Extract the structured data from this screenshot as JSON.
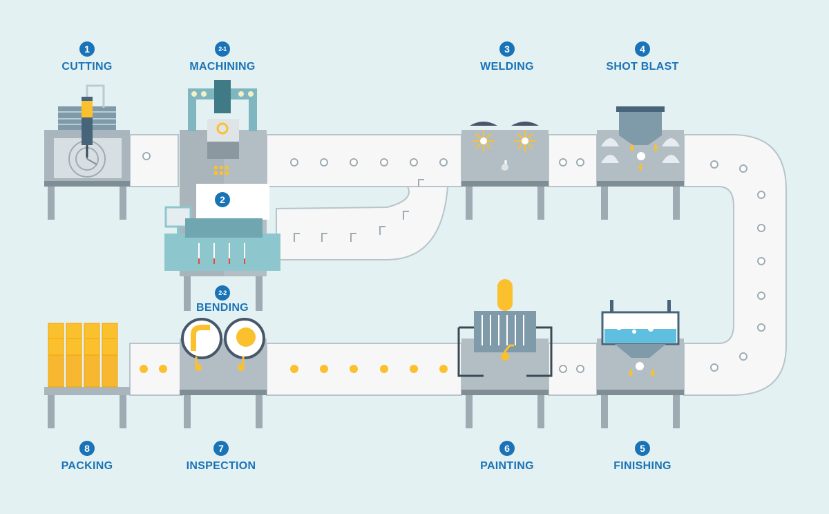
{
  "steps": [
    {
      "id": "cutting",
      "number": "1",
      "label": "CUTTING"
    },
    {
      "id": "machining",
      "number": "2-1",
      "label": "MACHINING"
    },
    {
      "id": "stage2",
      "number": "2",
      "label": ""
    },
    {
      "id": "bending",
      "number": "2-2",
      "label": "BENDING"
    },
    {
      "id": "welding",
      "number": "3",
      "label": "WELDING"
    },
    {
      "id": "shot-blast",
      "number": "4",
      "label": "SHOT BLAST"
    },
    {
      "id": "finishing",
      "number": "5",
      "label": "FINISHING"
    },
    {
      "id": "painting",
      "number": "6",
      "label": "PAINTING"
    },
    {
      "id": "inspection",
      "number": "7",
      "label": "INSPECTION"
    },
    {
      "id": "packing",
      "number": "8",
      "label": "PACKING"
    }
  ],
  "colors": {
    "background": "#e3f1f2",
    "accent_blue": "#1a73b7",
    "machine_gray": "#9eabb3",
    "conveyor": "#f7f7f7",
    "teal": "#7fb6bf",
    "yellow": "#fbc02d"
  }
}
